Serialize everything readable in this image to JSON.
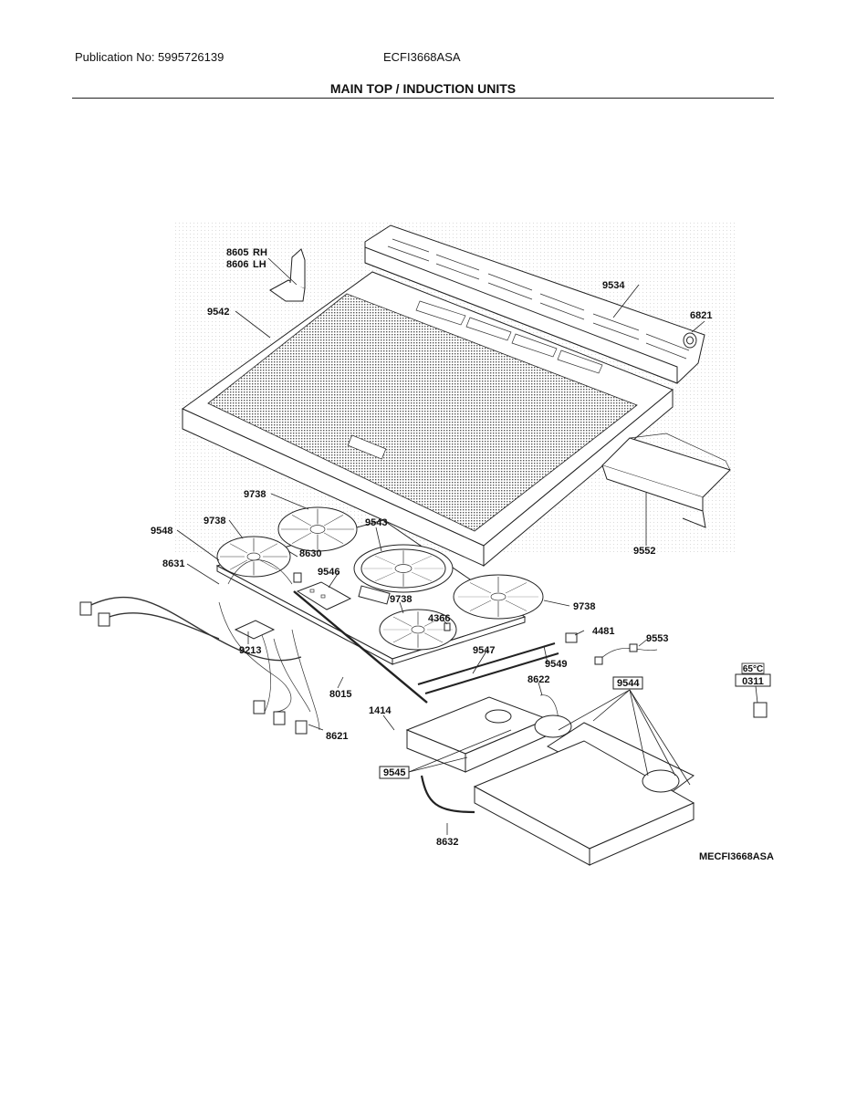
{
  "header": {
    "publication": "Publication No: 5995726139",
    "model": "ECFI3668ASA",
    "title": "MAIN TOP / INDUCTION UNITS"
  },
  "diagram_code": "MECFI3668ASA",
  "thermostat": {
    "temp": "65°C",
    "part": "0311"
  },
  "parts": {
    "p8605": "8605",
    "rh": "RH",
    "p8606": "8606",
    "lh": "LH",
    "p9534": "9534",
    "p6821": "6821",
    "p9542": "9542",
    "p9738a": "9738",
    "p9738b": "9738",
    "p9548": "9548",
    "p9543": "9543",
    "p8630": "8630",
    "p8631": "8631",
    "p9546": "9546",
    "p9738c": "9738",
    "p9738d": "9738",
    "p4366": "4366",
    "p9552": "9552",
    "p4481": "4481",
    "p9553": "9553",
    "p9213": "9213",
    "p9547": "9547",
    "p9549": "9549",
    "p8622": "8622",
    "p9544": "9544",
    "p8015": "8015",
    "p1414": "1414",
    "p8621": "8621",
    "p9545": "9545",
    "p8632": "8632"
  }
}
